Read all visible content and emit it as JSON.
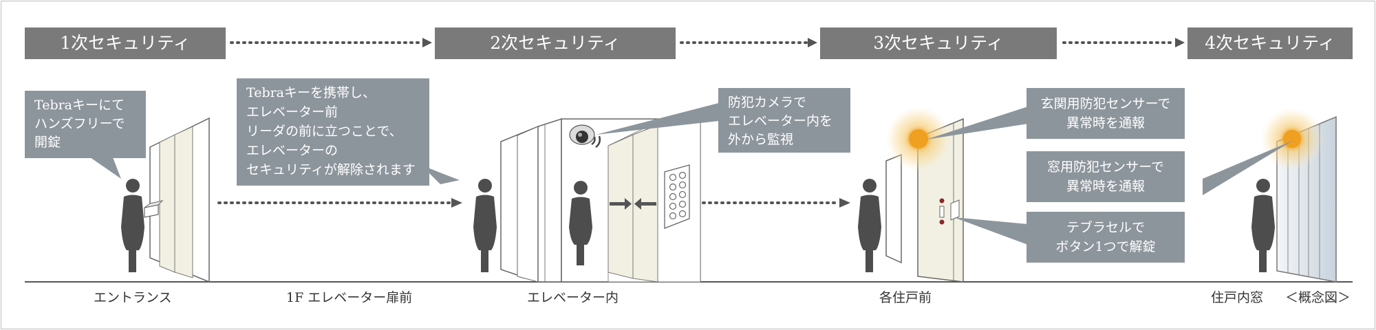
{
  "stages": [
    {
      "label": "1次セキュリティ"
    },
    {
      "label": "2次セキュリティ"
    },
    {
      "label": "3次セキュリティ"
    },
    {
      "label": "4次セキュリティ"
    }
  ],
  "callouts": {
    "entrance_key": {
      "lines": [
        "Tebraキーにて",
        "ハンズフリーで",
        "開錠"
      ]
    },
    "elevator_front": {
      "lines": [
        "Tebraキーを携帯し、",
        "エレベーター前",
        "リーダの前に立つことで、",
        "エレベーターの",
        "セキュリティが解除されます"
      ]
    },
    "camera": {
      "lines": [
        "防犯カメラで",
        "エレベーター内を",
        "外から監視"
      ]
    },
    "door_sensor": {
      "lines": [
        "玄関用防犯センサーで",
        "異常時を通報"
      ]
    },
    "window_sensor": {
      "lines": [
        "窓用防犯センサーで",
        "異常時を通報"
      ]
    },
    "tebra_cell": {
      "lines": [
        "テブラセルで",
        "ボタン1つで解錠"
      ]
    }
  },
  "locations": {
    "entrance": "エントランス",
    "elevator_hall": "1F エレベーター扉前",
    "elevator_inside": "エレベーター内",
    "unit_door": "各住戸前",
    "unit_window": "住戸内窓",
    "concept_note": "＜概念図＞"
  },
  "colors": {
    "label_bg": "#7a7a7a",
    "callout_bg": "#8d959c",
    "person": "#4d4d4d",
    "panel": "#f2f0e2",
    "alarm": "#f0a020",
    "dots": "#555555"
  }
}
